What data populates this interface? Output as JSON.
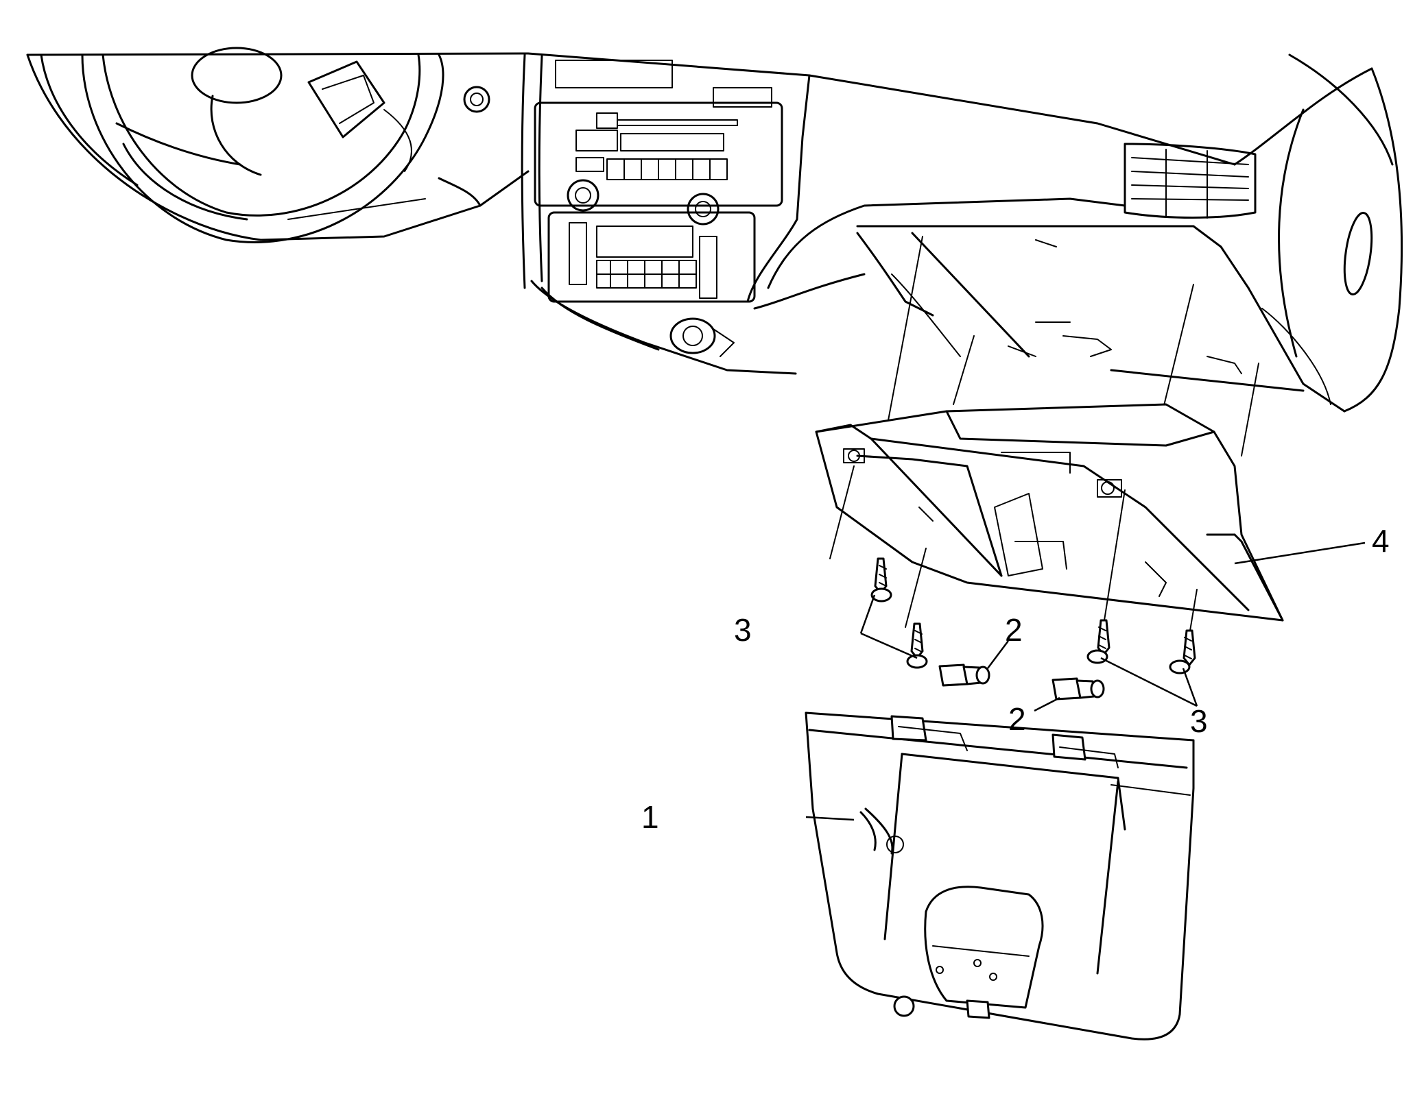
{
  "figure": {
    "callouts": {
      "glove_box_door": "1",
      "bumper_upper": "2",
      "bumper_lower": "2",
      "screws_left": "3",
      "screws_right": "3",
      "glove_box_bin": "4"
    }
  }
}
